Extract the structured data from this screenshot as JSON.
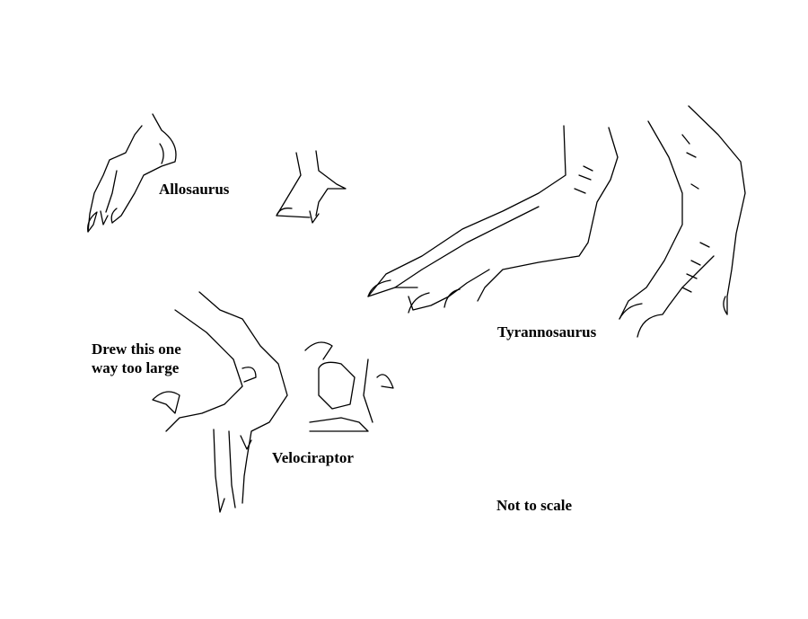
{
  "labels": {
    "allosaurus": "Allosaurus",
    "note_line1": "Drew this one",
    "note_line2": "way too large",
    "tyrannosaurus": "Tyrannosaurus",
    "velociraptor": "Velociraptor",
    "scale_note": "Not to scale"
  },
  "colors": {
    "ink": "#000000",
    "background": "#ffffff"
  }
}
